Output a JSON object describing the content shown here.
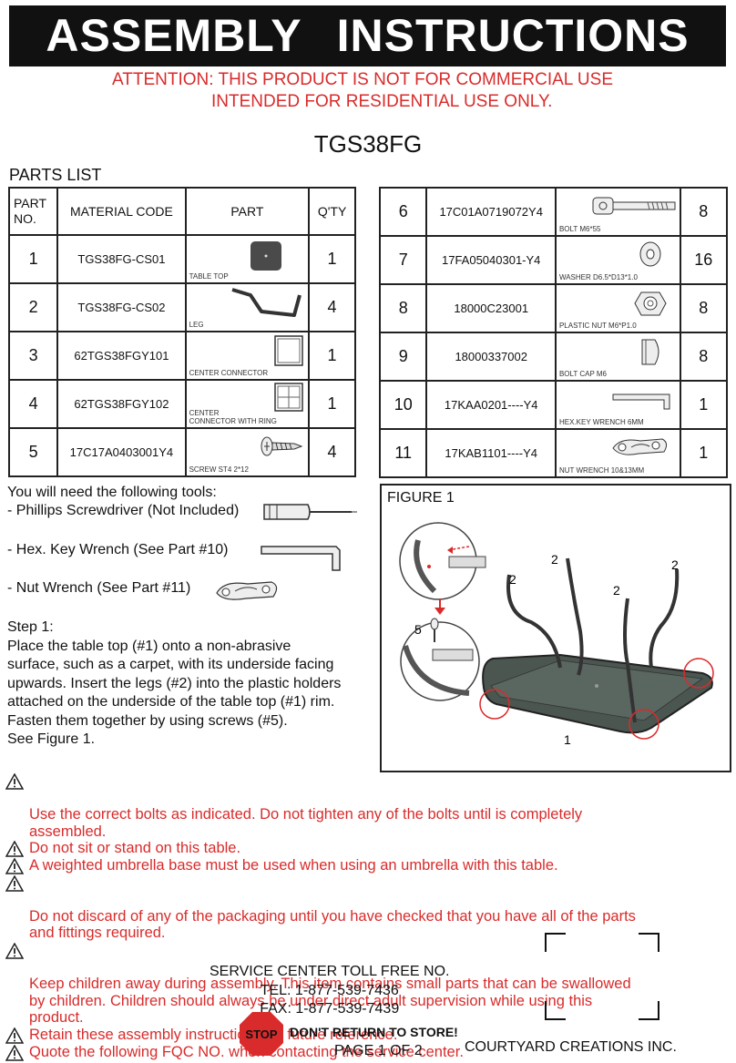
{
  "header": {
    "title": "ASSEMBLY   INSTRUCTIONS",
    "attention_line1": "ATTENTION: THIS PRODUCT IS NOT FOR COMMERCIAL USE",
    "attention_line2": "INTENDED FOR RESIDENTIAL USE ONLY.",
    "model": "TGS38FG"
  },
  "parts_list": {
    "label": "PARTS LIST",
    "headers": {
      "part_no": "PART\nNO.",
      "material_code": "MATERIAL CODE",
      "part": "PART",
      "qty": "Q'TY"
    },
    "left": [
      {
        "no": "1",
        "code": "TGS38FG-CS01",
        "label": "TABLE TOP",
        "qty": "1",
        "icon": "table-top-icon"
      },
      {
        "no": "2",
        "code": "TGS38FG-CS02",
        "label": "LEG",
        "qty": "4",
        "icon": "leg-icon"
      },
      {
        "no": "3",
        "code": "62TGS38FGY101",
        "label": "CENTER CONNECTOR",
        "qty": "1",
        "icon": "center-connector-icon"
      },
      {
        "no": "4",
        "code": "62TGS38FGY102",
        "label": "CENTER\nCONNECTOR WITH RING",
        "qty": "1",
        "icon": "center-connector-ring-icon"
      },
      {
        "no": "5",
        "code": "17C17A0403001Y4",
        "label": "SCREW ST4 2*12",
        "qty": "4",
        "icon": "screw-icon"
      }
    ],
    "right": [
      {
        "no": "6",
        "code": "17C01A0719072Y4",
        "label": "BOLT M6*55",
        "qty": "8",
        "icon": "bolt-icon"
      },
      {
        "no": "7",
        "code": "17FA05040301-Y4",
        "label": "WASHER d6.5*D13*1.0",
        "qty": "16",
        "icon": "washer-icon"
      },
      {
        "no": "8",
        "code": "18000C23001",
        "label": "PLASTIC NUT M6*P1.0",
        "qty": "8",
        "icon": "plastic-nut-icon"
      },
      {
        "no": "9",
        "code": "18000337002",
        "label": "BOLT CAP M6",
        "qty": "8",
        "icon": "bolt-cap-icon"
      },
      {
        "no": "10",
        "code": "17KAA0201----Y4",
        "label": "HEX.KEY WRENCH 6MM",
        "qty": "1",
        "icon": "hex-key-icon"
      },
      {
        "no": "11",
        "code": "17KAB1101----Y4",
        "label": "NUT WRENCH 10&13MM",
        "qty": "1",
        "icon": "nut-wrench-icon"
      }
    ]
  },
  "tools": {
    "intro": "You will need the following tools:",
    "items": [
      "- Phillips Screwdriver (Not Included)",
      "- Hex. Key Wrench (See Part #10)",
      "- Nut Wrench (See Part #11)"
    ]
  },
  "step1": {
    "title": "Step 1:",
    "lines": [
      "Place the table top (#1) onto a non-abrasive",
      "surface, such as a carpet, with its underside facing",
      "upwards. Insert the legs (#2) into the plastic holders",
      "attached on the underside of the table top (#1) rim.",
      "Fasten them together by using screws (#5).",
      "See Figure 1."
    ]
  },
  "figure": {
    "label": "FIGURE 1",
    "callouts": [
      "2",
      "2",
      "2",
      "2",
      "5",
      "1"
    ]
  },
  "warnings": [
    "Use the correct bolts as indicated. Do not tighten any of the bolts until is completely\nassembled.",
    "Do not sit or stand on this table.",
    "A weighted umbrella base must be used when using an umbrella with this table.",
    "Do not discard of any of the packaging until you have checked that you have all of the parts\nand fittings required.",
    "Keep children away during assembly. This item contains small parts that can be swallowed\nby children. Children should always be under direct adult supervision while using this\nproduct.",
    "Retain these assembly instructions for future reference.",
    "Quote the following FQC NO. when contacting the service center."
  ],
  "service": {
    "line1": "SERVICE CENTER TOLL FREE NO.",
    "tel": "TEL: 1-877-539-7436",
    "fax": "FAX: 1-877-539-7439"
  },
  "footer": {
    "stop_text": "STOP",
    "dont_return": "DON'T RETURN TO STORE!",
    "page": "PAGE 1 OF 2",
    "company": "COURTYARD CREATIONS INC."
  },
  "colors": {
    "warning_red": "#d92b2b",
    "title_bg": "#111111"
  }
}
